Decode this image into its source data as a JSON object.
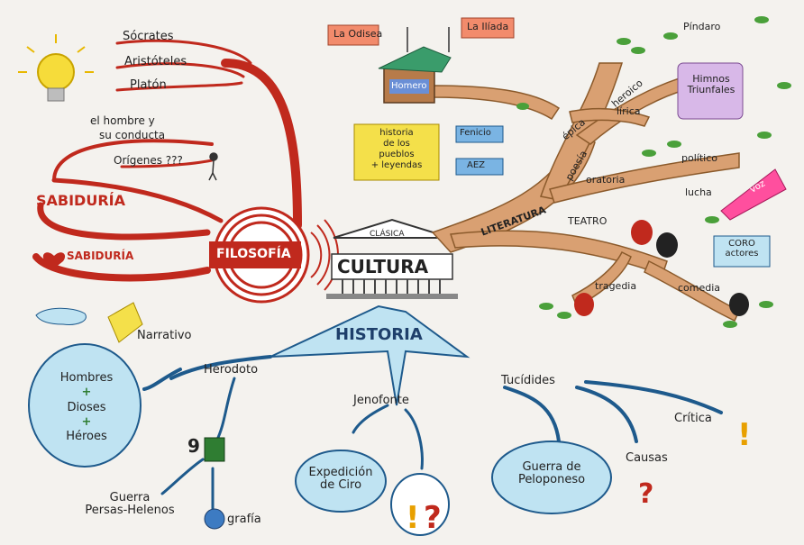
{
  "philosophy": {
    "center": "FILOSOFÍA",
    "philosophers": [
      "Sócrates",
      "Aristóteles",
      "Platón"
    ],
    "man_conduct": [
      "el hombre y",
      "su conducta"
    ],
    "origins": "Orígenes ???",
    "wisdom": "SABIDURÍA",
    "love_wisdom": "SABIDURÍA"
  },
  "culture": {
    "subtitle": "CLÁSICA",
    "title": "CULTURA"
  },
  "literature": {
    "trunk": "LITERATURA",
    "epic": "épica",
    "heroic": "heroico",
    "poetry": "poesía",
    "lyric": "lírica",
    "oratory": "oratoria",
    "political": "político",
    "fight": "lucha",
    "theatre": "TEATRO",
    "tragedy": "tragedia",
    "comedy": "comedia",
    "odyssey": "La Odisea",
    "iliad": "La Ilíada",
    "homer": "Homero",
    "history_card": [
      "historia",
      "de los",
      "pueblos",
      "+ leyendas"
    ],
    "phoenician": "Fenicio",
    "aez": "AEZ",
    "pindar": "Píndaro",
    "hymns": [
      "Himnos",
      "Triunfales"
    ],
    "choirs": [
      "CORO",
      "actores"
    ],
    "voice_tag": "voz"
  },
  "history": {
    "title": "HISTORIA",
    "herodotus": "Herodoto",
    "narrative": "Narrativo",
    "men_gods": [
      "Hombres",
      "+",
      "Dioses",
      "+",
      "Héroes"
    ],
    "nine": "9",
    "war": [
      "Guerra",
      "Persas-Helenos"
    ],
    "geography": "grafía",
    "xenophon": "Jenofonte",
    "expedition": [
      "Expedición",
      "de Ciro"
    ],
    "thucydides": "Tucídides",
    "war_peloponnese": [
      "Guerra de",
      "Peloponeso"
    ],
    "causes": "Causas",
    "criticism": "Crítica"
  },
  "colors": {
    "red": "#c0291d",
    "trunk": "#d9a072",
    "blue": "#1e5a8c",
    "light_blue": "#bfe3f2",
    "yellow": "#f4e04a",
    "green": "#2f7d32"
  }
}
